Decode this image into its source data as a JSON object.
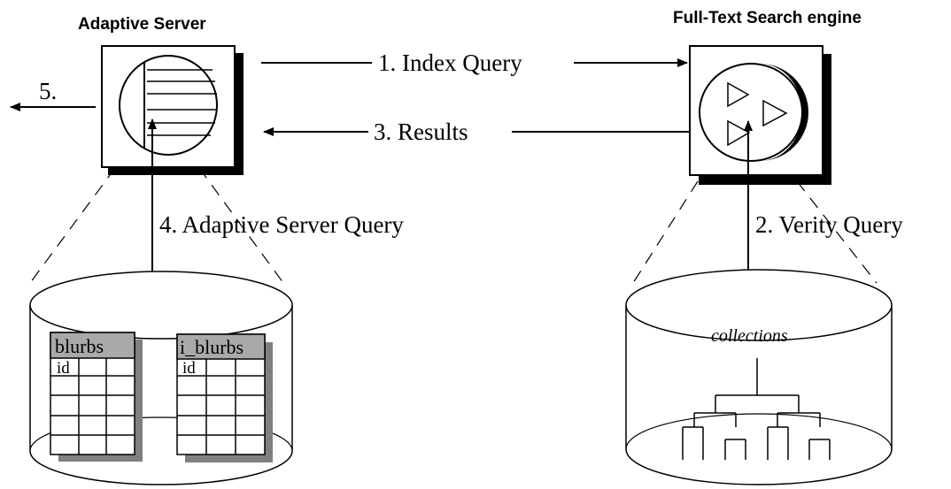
{
  "adaptive_server": {
    "title": "Adaptive Server"
  },
  "fts_engine": {
    "title": "Full-Text Search engine"
  },
  "flows": {
    "index_query": "1. Index Query",
    "verity_query": "2. Verity Query",
    "results": "3. Results",
    "adaptive_server_query": "4. Adaptive Server Query",
    "step5": "5."
  },
  "left_database": {
    "tables": [
      {
        "name": "blurbs",
        "column": "id"
      },
      {
        "name": "i_blurbs",
        "column": "id"
      }
    ]
  },
  "right_database": {
    "label": "collections"
  }
}
